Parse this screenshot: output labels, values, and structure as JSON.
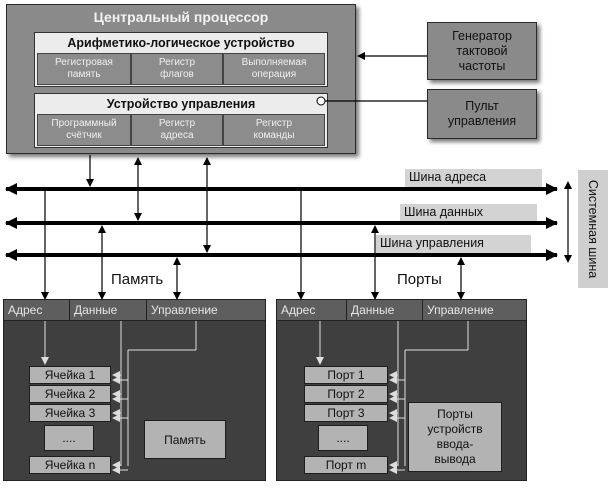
{
  "cpu": {
    "title": "Центральный процессор",
    "alu": {
      "title": "Арифметико-логическое устройство",
      "cells": [
        "Регистровая\nпамять",
        "Регистр\nфлагов",
        "Выполняемая\nоперация"
      ]
    },
    "control_unit": {
      "title": "Устройство управления",
      "cells": [
        "Программный\nсчётчик",
        "Регистр\nадреса",
        "Регистр\nкоманды"
      ]
    }
  },
  "clock": "Генератор\nтактовой\nчастоты",
  "console": "Пульт\nуправления",
  "buses": {
    "address": "Шина адреса",
    "data": "Шина данных",
    "control": "Шина управления",
    "system": "Системная шина"
  },
  "memory": {
    "label": "Память",
    "header": [
      "Адрес",
      "Данные",
      "Управление"
    ],
    "cells": [
      "Ячейка 1",
      "Ячейка 2",
      "Ячейка 3",
      "....",
      "Ячейка n"
    ],
    "inner_label": "Память"
  },
  "ports": {
    "label": "Порты",
    "header": [
      "Адрес",
      "Данные",
      "Управление"
    ],
    "cells": [
      "Порт 1",
      "Порт 2",
      "Порт 3",
      "....",
      "Порт m"
    ],
    "inner_label": "Порты\nустройств\nввода-\nвывода"
  },
  "colors": {
    "cpu_fill": "#8a8a8a",
    "module_fill": "#3f3f3f",
    "panel_fill": "#ececec",
    "bus_line": "#000000"
  }
}
